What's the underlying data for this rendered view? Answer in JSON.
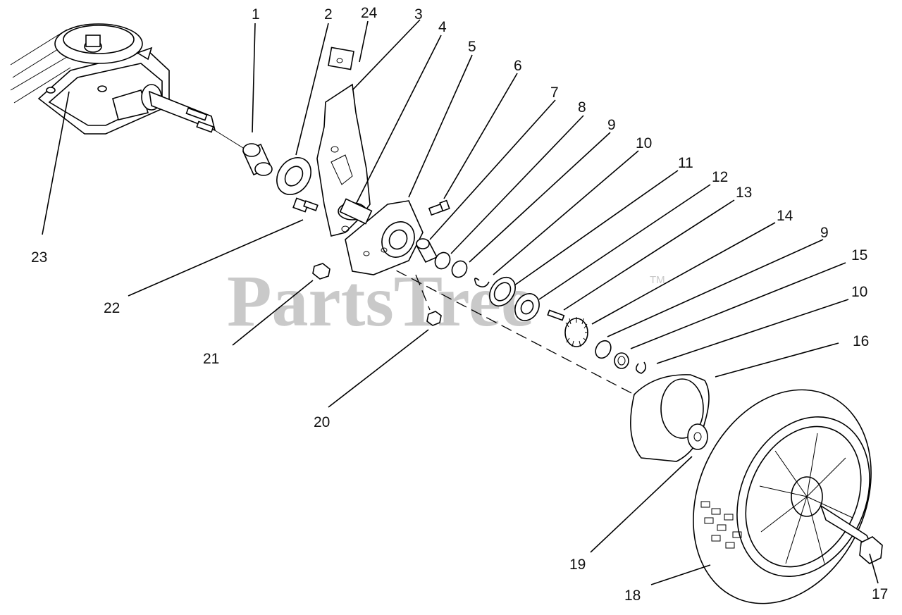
{
  "diagram": {
    "watermark": "PartsTree",
    "trademark": "TM",
    "callouts": [
      {
        "id": "c1",
        "label": "1"
      },
      {
        "id": "c2",
        "label": "2"
      },
      {
        "id": "c24",
        "label": "24"
      },
      {
        "id": "c3",
        "label": "3"
      },
      {
        "id": "c4",
        "label": "4"
      },
      {
        "id": "c5",
        "label": "5"
      },
      {
        "id": "c6",
        "label": "6"
      },
      {
        "id": "c7",
        "label": "7"
      },
      {
        "id": "c8",
        "label": "8"
      },
      {
        "id": "c9a",
        "label": "9"
      },
      {
        "id": "c10a",
        "label": "10"
      },
      {
        "id": "c11",
        "label": "11"
      },
      {
        "id": "c12",
        "label": "12"
      },
      {
        "id": "c13",
        "label": "13"
      },
      {
        "id": "c14",
        "label": "14"
      },
      {
        "id": "c9b",
        "label": "9"
      },
      {
        "id": "c15",
        "label": "15"
      },
      {
        "id": "c10b",
        "label": "10"
      },
      {
        "id": "c16",
        "label": "16"
      },
      {
        "id": "c23",
        "label": "23"
      },
      {
        "id": "c22",
        "label": "22"
      },
      {
        "id": "c21",
        "label": "21"
      },
      {
        "id": "c20",
        "label": "20"
      },
      {
        "id": "c19",
        "label": "19"
      },
      {
        "id": "c18",
        "label": "18"
      },
      {
        "id": "c17",
        "label": "17"
      }
    ]
  }
}
